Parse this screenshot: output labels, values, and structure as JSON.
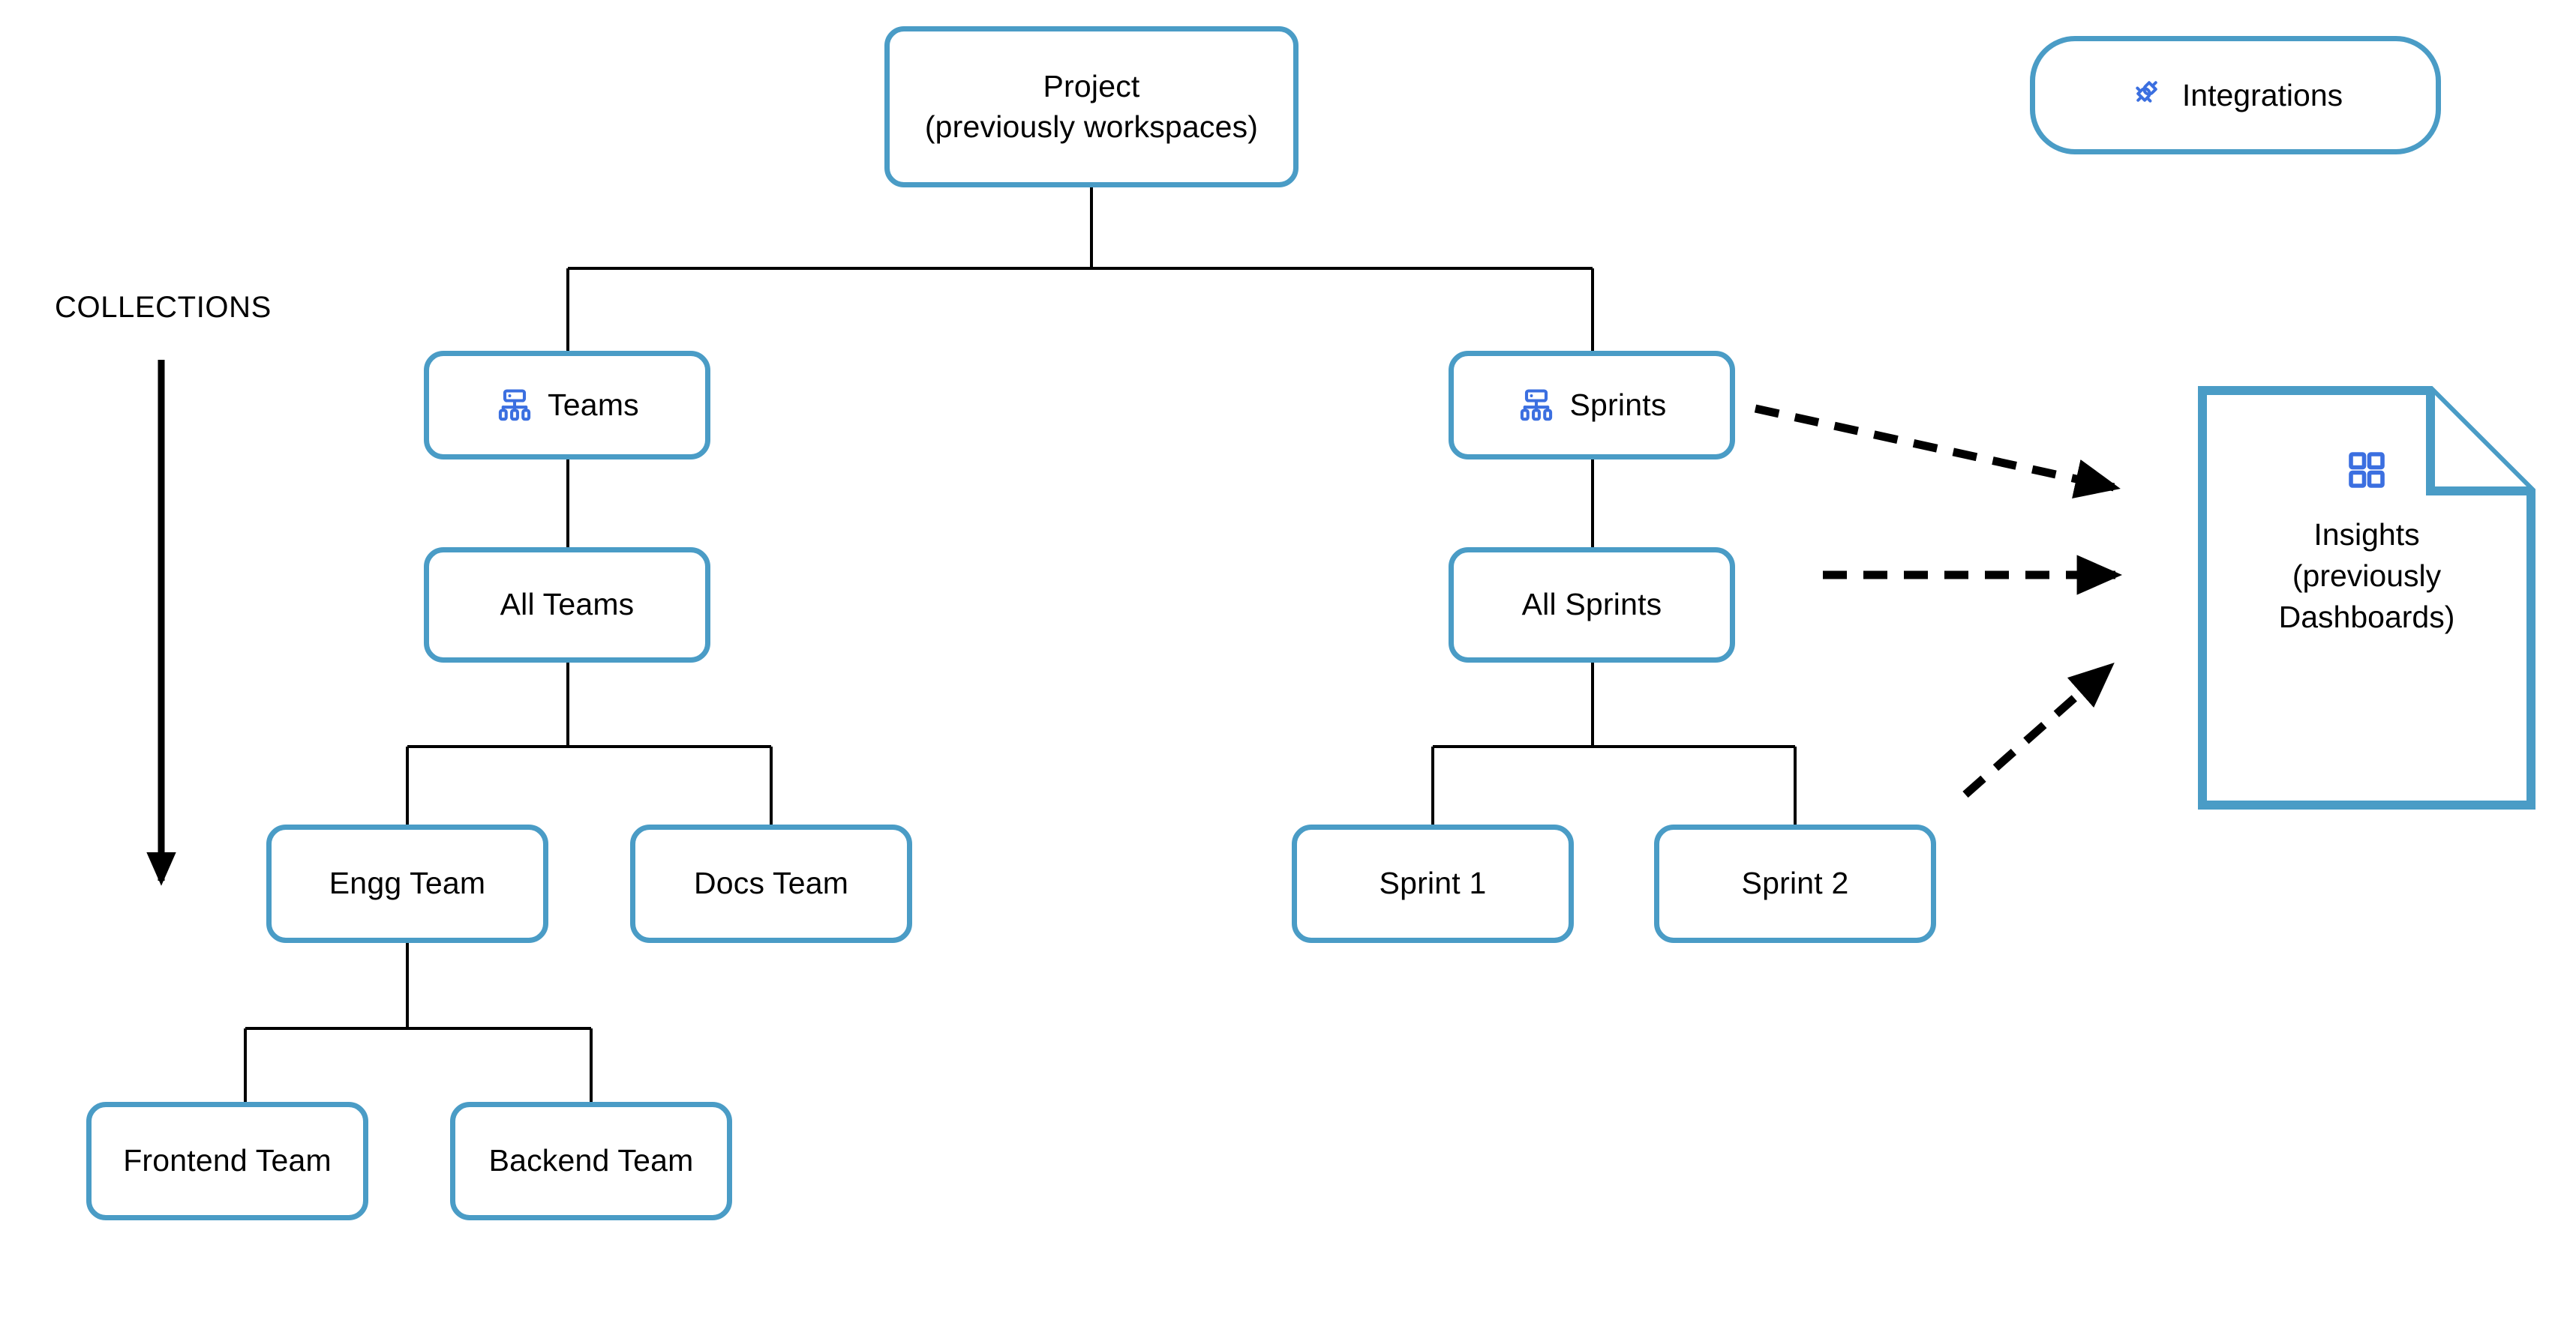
{
  "diagram": {
    "title_caption": "COLLECTIONS",
    "accent_color": "#4a9cc6",
    "icon_color": "#3b6fe0",
    "edge_color": "#000000",
    "background": "#ffffff"
  },
  "nodes": {
    "project": {
      "label": "Project\n(previously workspaces)"
    },
    "teams": {
      "label": "Teams",
      "icon": "sitemap-icon"
    },
    "sprints": {
      "label": "Sprints",
      "icon": "sitemap-icon"
    },
    "all_teams": {
      "label": "All Teams"
    },
    "all_sprints": {
      "label": "All Sprints"
    },
    "engg_team": {
      "label": "Engg Team"
    },
    "docs_team": {
      "label": "Docs Team"
    },
    "sprint_1": {
      "label": "Sprint 1"
    },
    "sprint_2": {
      "label": "Sprint 2"
    },
    "frontend_team": {
      "label": "Frontend Team"
    },
    "backend_team": {
      "label": "Backend Team"
    },
    "integrations": {
      "label": "Integrations",
      "icon": "plug-connector-icon"
    },
    "insights": {
      "label": "Insights\n(previously\nDashboards)",
      "icon": "grid-four-squares-icon"
    }
  },
  "edges": [
    {
      "from": "project",
      "to": "teams",
      "style": "solid"
    },
    {
      "from": "project",
      "to": "sprints",
      "style": "solid"
    },
    {
      "from": "teams",
      "to": "all_teams",
      "style": "solid"
    },
    {
      "from": "all_teams",
      "to": "engg_team",
      "style": "solid"
    },
    {
      "from": "all_teams",
      "to": "docs_team",
      "style": "solid"
    },
    {
      "from": "engg_team",
      "to": "frontend_team",
      "style": "solid"
    },
    {
      "from": "engg_team",
      "to": "backend_team",
      "style": "solid"
    },
    {
      "from": "sprints",
      "to": "all_sprints",
      "style": "solid"
    },
    {
      "from": "all_sprints",
      "to": "sprint_1",
      "style": "solid"
    },
    {
      "from": "all_sprints",
      "to": "sprint_2",
      "style": "solid"
    },
    {
      "from": "sprints",
      "to": "insights",
      "style": "dashed-arrow"
    },
    {
      "from": "all_sprints",
      "to": "insights",
      "style": "dashed-arrow"
    },
    {
      "from": "sprint_2",
      "to": "insights",
      "style": "dashed-arrow"
    }
  ]
}
